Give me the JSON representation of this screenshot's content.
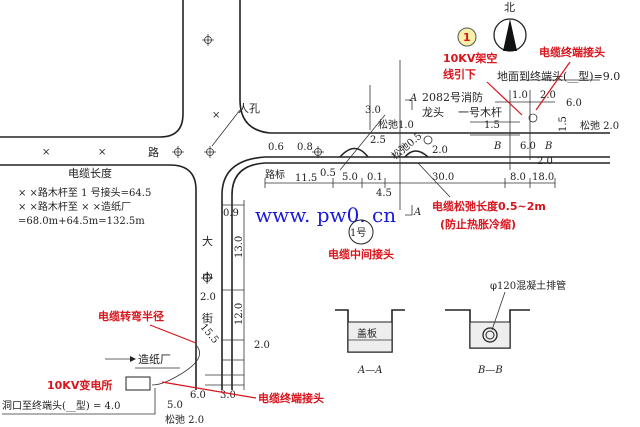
{
  "north": "北",
  "marker_1": "1",
  "overhead_line": [
    "10KV架空",
    "线引下"
  ],
  "terminal_top": "电缆终端接头",
  "ground_to_terminal": "地面到终端头(__型)=9.0",
  "hydrant": [
    "2082号消防",
    "龙头"
  ],
  "pole_1": "一号木杆",
  "manhole": "人孔",
  "road": "路",
  "street": [
    "大",
    "中",
    "街"
  ],
  "road_sign": "路标",
  "section_marks": {
    "a": "A",
    "b": "B",
    "bl": "B",
    "a_bottom": "A"
  },
  "dims": {
    "d1_0": "1.0",
    "d2_0_top": "2.0",
    "d6_0_top": "6.0",
    "d1_5_left": "1.5",
    "d1_5_right": "1.5",
    "slack_2_0_top": "松弛 2.0",
    "slack_1_0": "松弛1.0",
    "d3_0": "3.0",
    "d2_5": "2.5",
    "slack_0_5": "松弛0.5",
    "d2_0_mid": "2.0",
    "d6_0_b": "6.0",
    "d2_0_b": "2.0",
    "d0_6": "0.6",
    "d0_8": "0.8",
    "d11_5": "11.5",
    "d0_5": "0.5",
    "d5_0": "5.0",
    "d0_1": "0.1",
    "d30_0": "30.0",
    "d8_0": "8.0",
    "d18_0": "18.0",
    "d4_5": "4.5",
    "d0_9": "0.9",
    "d13_0": "13.0",
    "d12_0": "12.0",
    "d2_0_street": "2.0",
    "d2_0_right": "2.0",
    "d15_5": "15.5",
    "d5_0_bottom": "5.0",
    "d6_0_bottom": "6.0",
    "d3_0_bottom": "3.0",
    "slack_2_0_bottom": "松弛 2.0"
  },
  "cable_length": {
    "title": "电缆长度",
    "lines": [
      "× ×路木杆至 1 号接头=64.5",
      "× ×路木杆至 × ×造纸厂",
      "=68.0m+64.5m=132.5m"
    ]
  },
  "watermark": "www. pw0. cn",
  "joint_no": "1号",
  "joint_label": "电缆中间接头",
  "slack_note": [
    "电缆松弛长度0.5~2m",
    "(防止热胀冷缩)"
  ],
  "bend_radius": "电缆转弯半径",
  "paper_mill": "造纸厂",
  "substation": "10KV变电所",
  "hole_to_terminal": "洞口至终端头(__型) = 4.0",
  "terminal_bottom": "电缆终端接头",
  "sections": {
    "aa_cover": "盖板",
    "aa_label": "A—A",
    "bb_pipe": "φ120混凝土排管",
    "bb_label": "B—B"
  },
  "colors": {
    "annotation": "#d8141c",
    "watermark": "#1a1adb",
    "marker_fill": "#f7f0a8"
  }
}
